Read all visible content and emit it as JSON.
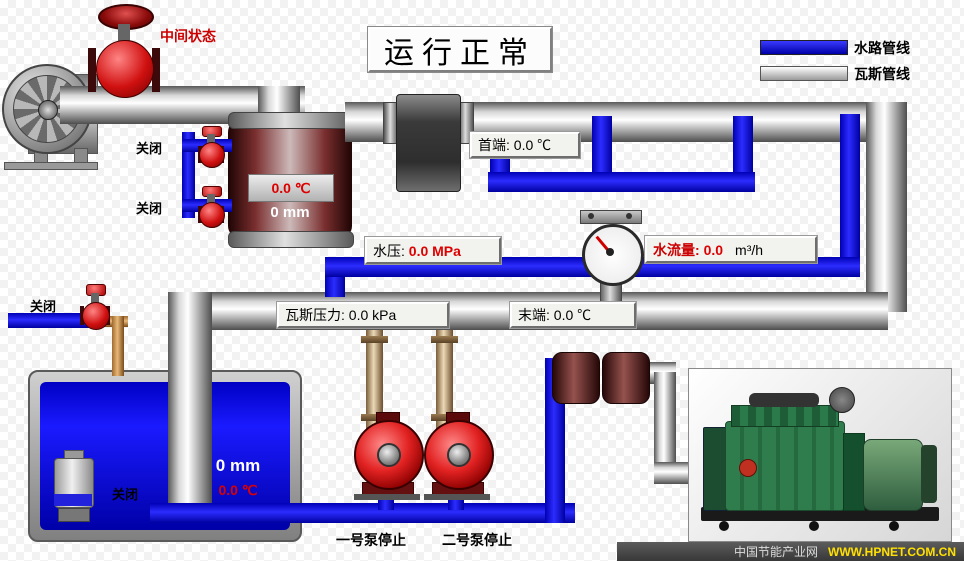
{
  "title": {
    "text": "运行正常"
  },
  "legend": {
    "water_label": "水路管线",
    "gas_label": "瓦斯管线"
  },
  "equipment": {
    "main_valve_status": "中间状态",
    "drain_valve_1_status": "关闭",
    "drain_valve_2_status": "关闭",
    "supply_valve_status": "关闭",
    "sump_pump_status": "关闭",
    "pump_1_status": "一号泵停止",
    "pump_2_status": "二号泵停止"
  },
  "readings": {
    "separator_temp": "0.0 ℃",
    "separator_level": "0 mm",
    "head_end": "首端: 0.0 ℃",
    "water_pressure_label": "水压:",
    "water_pressure_value": "0.0 MPa",
    "water_flow_label": "水流量:",
    "water_flow_value": "0.0",
    "water_flow_unit": "m³/h",
    "gas_pressure": "瓦斯压力: 0.0 kPa",
    "tail_end": "末端: 0.0 ℃",
    "sump_level": "0 mm",
    "sump_temp": "0.0 ℃"
  },
  "footer": {
    "site": "中国节能产业网",
    "url": "WWW.HPNET.COM.CN"
  },
  "colors": {
    "water_pipe": "#0000cc",
    "gas_pipe": "#c8c8c8",
    "alarm_text": "#cc0000",
    "footer_url": "#ffe000"
  }
}
